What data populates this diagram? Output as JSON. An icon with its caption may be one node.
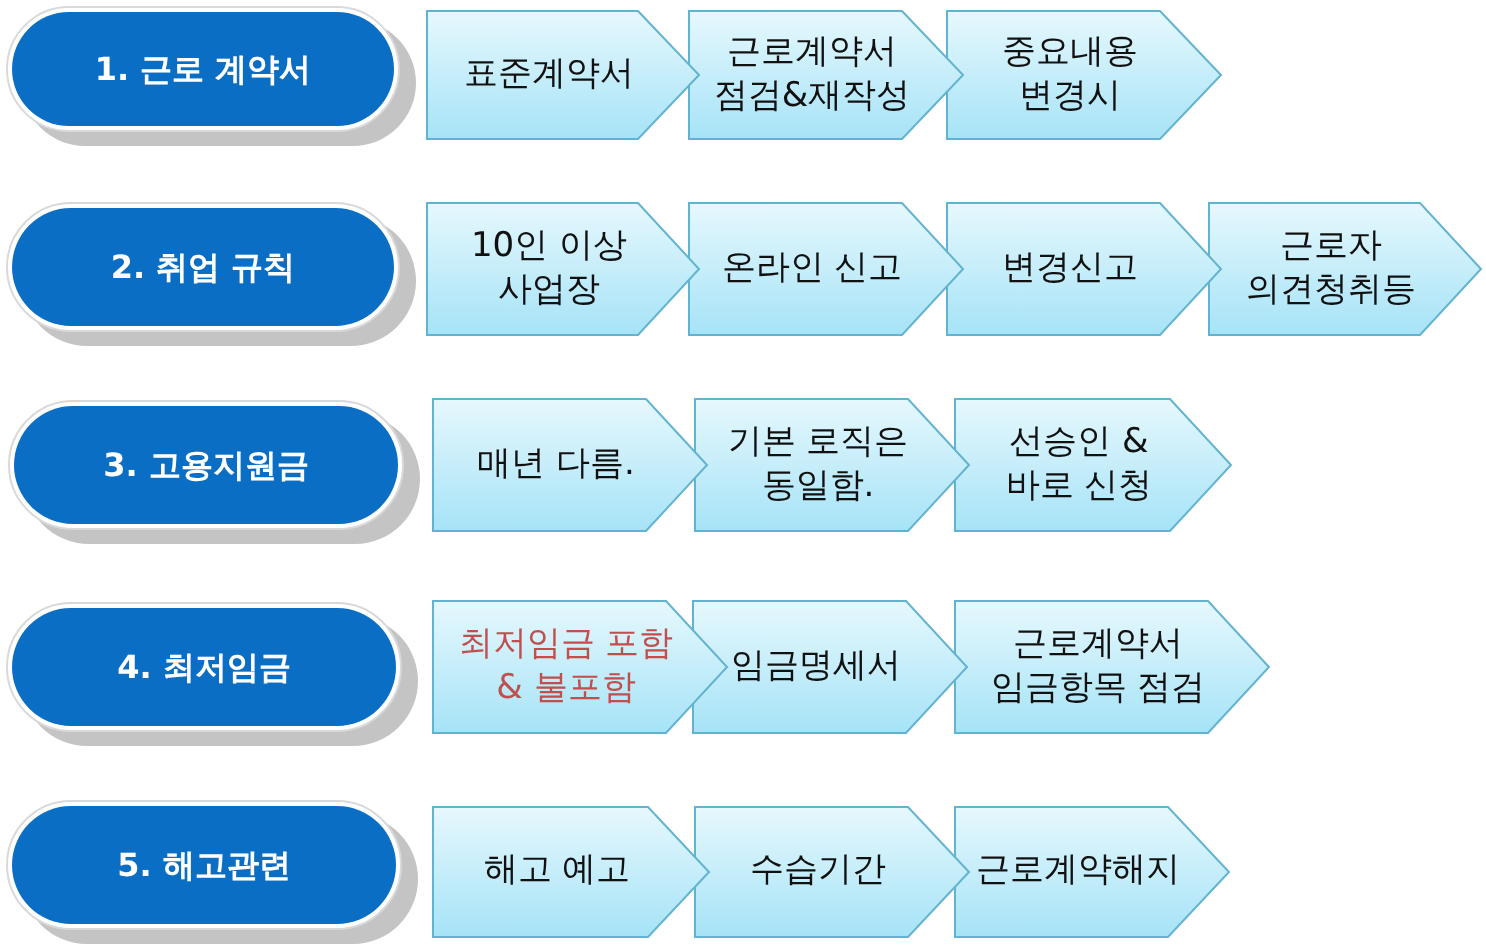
{
  "diagram": {
    "nodes": [
      {
        "text": [
          "1. 근로 계약서"
        ]
      },
      {
        "text": [
          "표준계약서"
        ]
      },
      {
        "text": [
          "근로계약서 점검&재작성"
        ]
      },
      {
        "text": [
          "중요내용 변경시"
        ]
      },
      {
        "text": [
          "2. 취업 규칙"
        ]
      },
      {
        "text": [
          "10인 이상 사업장"
        ]
      },
      {
        "text": [
          "온라인 신고"
        ]
      },
      {
        "text": [
          "변경신고"
        ]
      },
      {
        "text": [
          "근로자 의견청취등"
        ]
      },
      {
        "text": [
          "3. 고용지원금"
        ]
      },
      {
        "text": [
          "매년 다름."
        ]
      },
      {
        "text": [
          "기본 로직은 동일함."
        ]
      },
      {
        "text": [
          "선승인 & 바로 신청"
        ]
      },
      {
        "text": [
          "4. 최저임금"
        ]
      },
      {
        "text": [
          "최저임금 포함 & 불포함"
        ]
      },
      {
        "text": [
          "임금명세서"
        ]
      },
      {
        "text": [
          "근로계약서 임금항목 점검"
        ]
      },
      {
        "text": [
          "5. 해고관련"
        ]
      },
      {
        "text": [
          "해고 예고"
        ]
      },
      {
        "text": [
          "수습기간"
        ]
      },
      {
        "text": [
          "근로계약해지"
        ]
      }
    ]
  }
}
